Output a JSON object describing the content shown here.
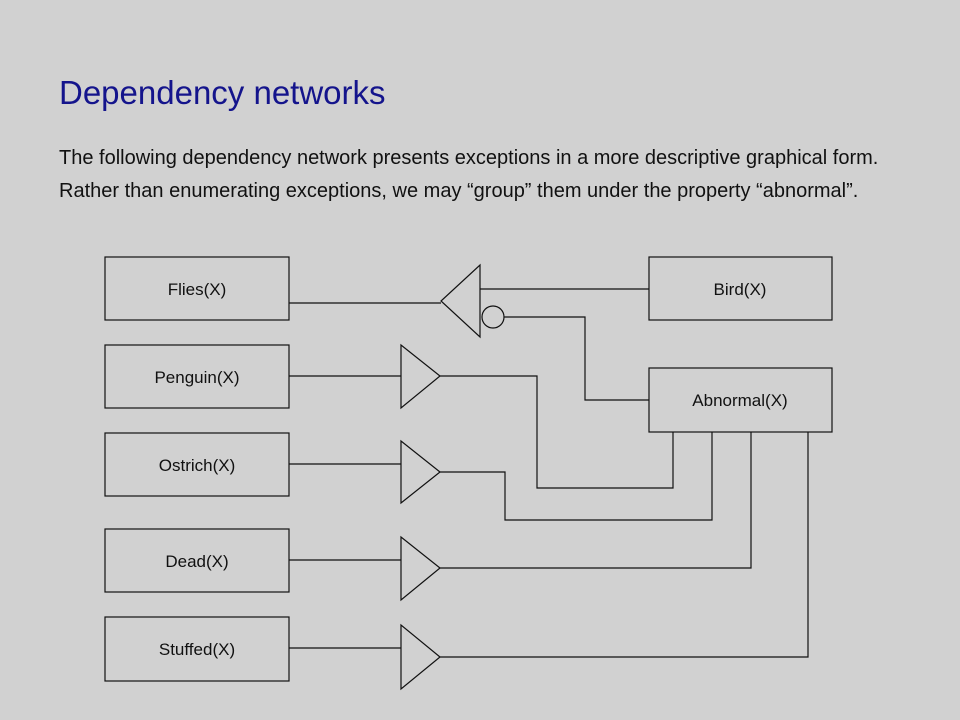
{
  "slide": {
    "title": "Dependency networks",
    "body": "The following dependency network presents exceptions in a more descriptive graphical form. Rather than enumerating exceptions, we may “group” them under the property “abnormal”."
  },
  "diagram": {
    "nodes": {
      "flies": "Flies(X)",
      "bird": "Bird(X)",
      "penguin": "Penguin(X)",
      "abnormal": "Abnormal(X)",
      "ostrich": "Ostrich(X)",
      "dead": "Dead(X)",
      "stuffed": "Stuffed(X)"
    },
    "colors": {
      "background": "#d1d1d1",
      "box_fill": "#d1d1d1",
      "stroke": "#111111",
      "title": "#14148c"
    }
  }
}
